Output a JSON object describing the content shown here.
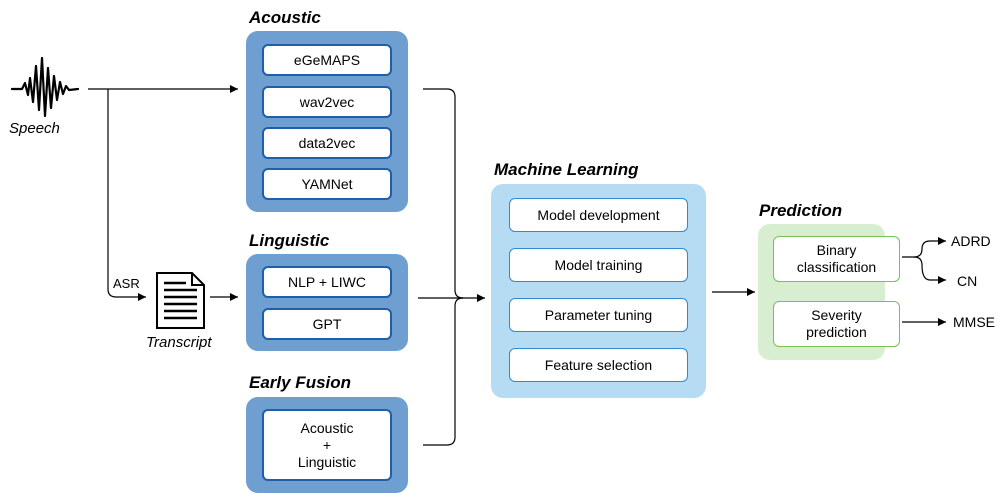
{
  "input": {
    "label": "Speech",
    "icon": "speech-waveform-icon"
  },
  "asr": {
    "label": "ASR"
  },
  "transcript": {
    "label": "Transcript",
    "icon": "document-icon"
  },
  "acoustic": {
    "title": "Acoustic",
    "items": [
      "eGeMAPS",
      "wav2vec",
      "data2vec",
      "YAMNet"
    ]
  },
  "linguistic": {
    "title": "Linguistic",
    "items": [
      "NLP + LIWC",
      "GPT"
    ]
  },
  "early_fusion": {
    "title": "Early Fusion",
    "lines": [
      "Acoustic",
      "+",
      "Linguistic"
    ]
  },
  "machine_learning": {
    "title": "Machine Learning",
    "items": [
      "Model development",
      "Model training",
      "Parameter tuning",
      "Feature selection"
    ]
  },
  "prediction": {
    "title": "Prediction",
    "binary": [
      "Binary",
      "classification"
    ],
    "severity": [
      "Severity",
      "prediction"
    ]
  },
  "outputs": {
    "adrd": "ADRD",
    "cn": "CN",
    "mmse": "MMSE"
  },
  "colors": {
    "panel_dark": "#6f9fd0",
    "panel_light": "#b6dcf4",
    "panel_green": "#d7efd0"
  }
}
